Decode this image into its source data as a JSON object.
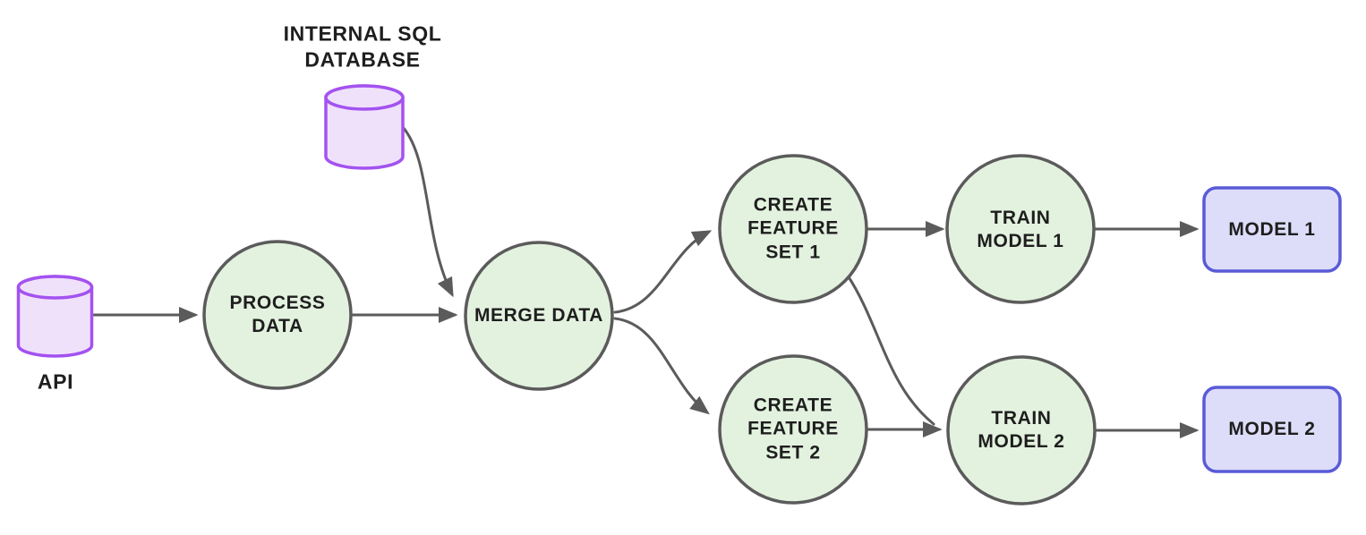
{
  "diagram": {
    "type": "flowchart",
    "background": "#ffffff",
    "colors": {
      "process_node_fill": "#e3f2df",
      "process_node_stroke": "#5b5b5b",
      "database_fill": "#f0e1fb",
      "database_stroke": "#a352f0",
      "model_output_fill": "#deddf9",
      "model_output_stroke": "#5a5bd8",
      "arrow_stroke": "#5b5b5b",
      "text": "#1e1e1e"
    },
    "nodes": {
      "api": {
        "label": "API",
        "shape": "database-cylinder-icon"
      },
      "internal_sql_database": {
        "label": "INTERNAL SQL\nDATABASE",
        "shape": "database-cylinder-icon"
      },
      "process_data": {
        "label": "PROCESS\nDATA",
        "shape": "circle"
      },
      "merge_data": {
        "label": "MERGE DATA",
        "shape": "circle"
      },
      "create_feature_set_1": {
        "label": "CREATE\nFEATURE\nSET 1",
        "shape": "circle"
      },
      "train_model_1": {
        "label": "TRAIN\nMODEL 1",
        "shape": "circle"
      },
      "create_feature_set_2": {
        "label": "CREATE\nFEATURE\nSET 2",
        "shape": "circle"
      },
      "train_model_2": {
        "label": "TRAIN\nMODEL 2",
        "shape": "circle"
      },
      "model_1": {
        "label": "MODEL 1",
        "shape": "rounded-rectangle"
      },
      "model_2": {
        "label": "MODEL 2",
        "shape": "rounded-rectangle"
      }
    },
    "edges": [
      {
        "id": "api-to-process-data",
        "from": "api",
        "to": "process_data",
        "style": "straight-arrow"
      },
      {
        "id": "internal-sql-database-to-merge-data",
        "from": "internal_sql_database",
        "to": "merge_data",
        "style": "curved-arrow"
      },
      {
        "id": "process-data-to-merge-data",
        "from": "process_data",
        "to": "merge_data",
        "style": "straight-arrow"
      },
      {
        "id": "merge-data-to-create-feature-set-1",
        "from": "merge_data",
        "to": "create_feature_set_1",
        "style": "curved-arrow"
      },
      {
        "id": "merge-data-to-create-feature-set-2",
        "from": "merge_data",
        "to": "create_feature_set_2",
        "style": "curved-arrow"
      },
      {
        "id": "create-feature-set-1-to-train-model-1",
        "from": "create_feature_set_1",
        "to": "train_model_1",
        "style": "straight-arrow"
      },
      {
        "id": "create-feature-set-2-to-train-model-2",
        "from": "create_feature_set_2",
        "to": "train_model_2",
        "style": "straight-arrow"
      },
      {
        "id": "create-feature-set-1-to-train-model-2",
        "from": "create_feature_set_1",
        "to": "train_model_2",
        "style": "curved-arrow"
      },
      {
        "id": "train-model-1-to-model-1",
        "from": "train_model_1",
        "to": "model_1",
        "style": "straight-arrow"
      },
      {
        "id": "train-model-2-to-model-2",
        "from": "train_model_2",
        "to": "model_2",
        "style": "straight-arrow"
      }
    ]
  }
}
